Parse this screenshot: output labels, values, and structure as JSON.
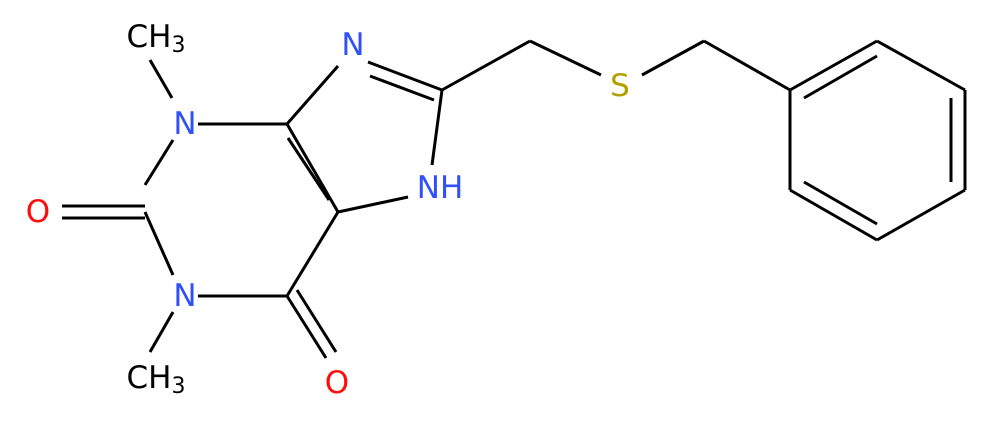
{
  "colors": {
    "bond": "#000000",
    "nitrogen": "#3050F8",
    "oxygen": "#FF0D0D",
    "sulfur": "#B2A000",
    "carbon": "#000000"
  },
  "atoms": {
    "n3": "N",
    "n1": "N",
    "n9": "N",
    "n7": "NH",
    "o2": "O",
    "o6": "O",
    "s": "S",
    "me3": {
      "main": "CH",
      "sub": "3"
    },
    "me1": {
      "main": "CH",
      "sub": "3"
    }
  }
}
